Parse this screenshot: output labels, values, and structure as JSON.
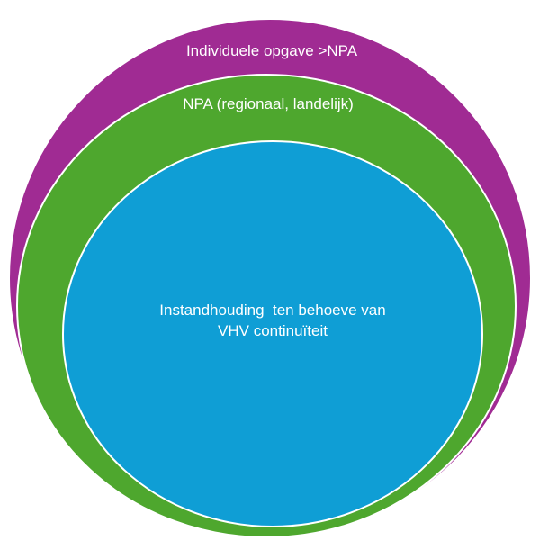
{
  "diagram": {
    "outer_ring": {
      "label": "Individuele opgave >NPA",
      "color": "#a02b93"
    },
    "middle_ring": {
      "label": "NPA (regionaal, landelijk)",
      "color": "#4ea72e"
    },
    "inner_circle": {
      "label_line1": "Instandhouding  ten behoeve van",
      "label_line2": "VHV continuïteit",
      "color": "#0f9ed5"
    },
    "outline_color": "#ffffff"
  }
}
